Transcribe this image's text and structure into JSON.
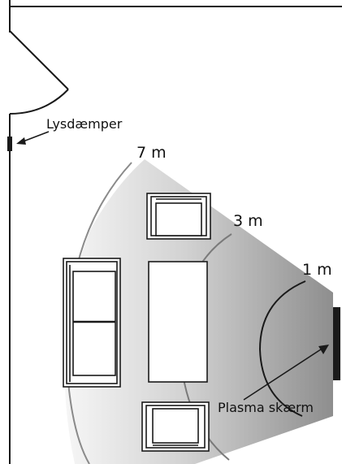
{
  "labels": {
    "dimmer": "Lysdæmper",
    "range_7": "7 m",
    "range_3": "3 m",
    "range_1": "1 m",
    "screen": "Plasma skærm"
  },
  "colors": {
    "line": "#1a1a1a",
    "arc_outer": "#8a8a8a",
    "cone_light": "#f4f4f4",
    "cone_dark": "#9c9c9c"
  }
}
